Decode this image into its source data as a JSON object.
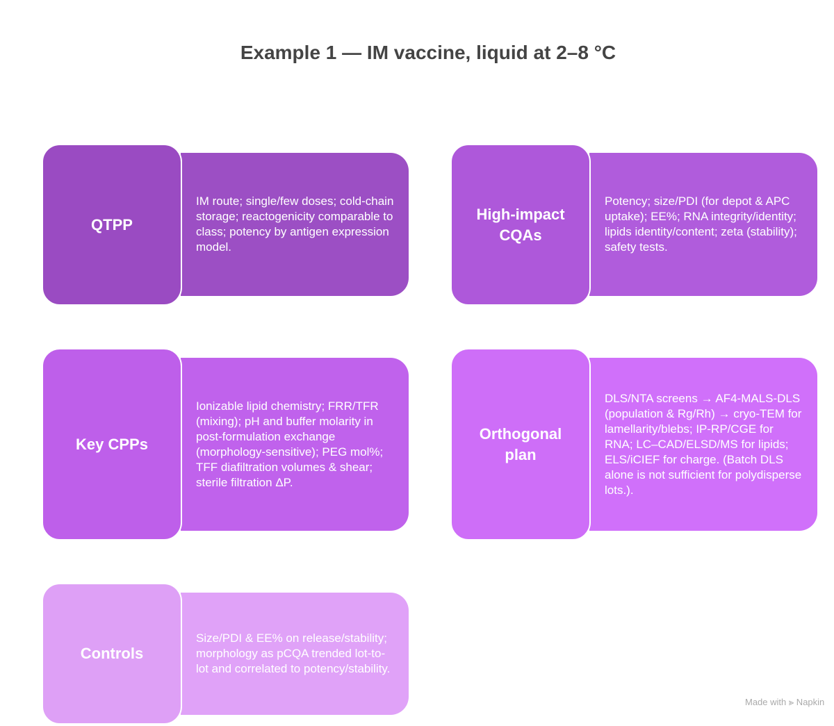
{
  "title": "Example 1 — IM vaccine, liquid at 2–8 °C",
  "cards": [
    {
      "label": "QTPP",
      "text": "IM route; single/few doses; cold-chain storage; reactogenicity comparable to class; potency by antigen expression model.",
      "color": "#9b4fc4"
    },
    {
      "label": "High-impact CQAs",
      "text": "Potency; size/PDI (for depot & APC uptake); EE%; RNA integrity/identity; lipids identity/content; zeta (stability); safety tests.",
      "color": "#b05cdc"
    },
    {
      "label": "Key CPPs",
      "text": "Ionizable lipid chemistry; FRR/TFR (mixing); pH and buffer molarity in post-formulation exchange (morphology-sensitive); PEG mol%; TFF diafiltration volumes & shear; sterile filtration ΔP.",
      "color": "#c062ec"
    },
    {
      "label": "Orthogonal plan",
      "text": "DLS/NTA screens → AF4-MALS-DLS (population & Rg/Rh) → cryo-TEM for lamellarity/blebs; IP-RP/CGE for RNA; LC–CAD/ELSD/MS for lipids; ELS/iCIEF for charge. (Batch DLS alone is not sufficient for polydisperse lots.).",
      "color": "#d070fa"
    },
    {
      "label": "Controls",
      "text": "Size/PDI & EE% on release/stability; morphology as pCQA trended lot-to-lot and correlated to potency/stability.",
      "color": "#e0a2f8"
    }
  ],
  "watermark": "Made with ⪢ Napkin"
}
